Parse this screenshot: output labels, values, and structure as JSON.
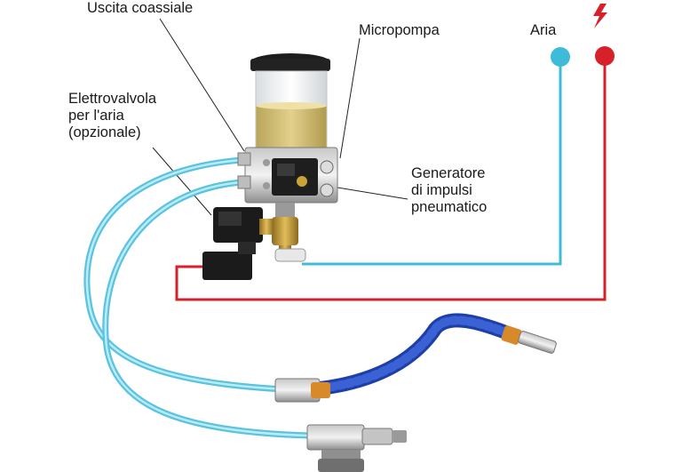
{
  "labels": {
    "uscita_coassiale": "Uscita coassiale",
    "micropompa": "Micropompa",
    "aria": "Aria",
    "elettrovalvola": "Elettrovalvola\nper l'aria\n(opzionale)",
    "generatore": "Generatore\ndi impulsi\npneumatico"
  },
  "icons": [
    "power-lightning-icon"
  ],
  "colors": {
    "air_line": "#3cbcd8",
    "electric_line": "#d6202a",
    "tube": "#7fd3ea",
    "nozzle_hose": "#1f3fa8",
    "oil": "#d6c27a"
  }
}
